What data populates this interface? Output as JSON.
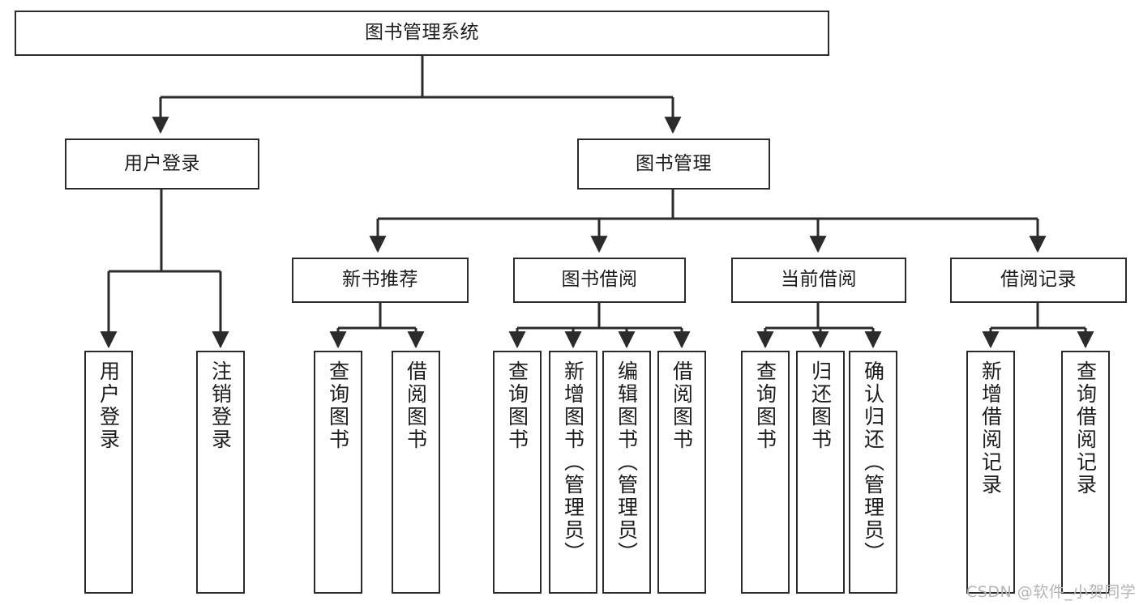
{
  "diagram": {
    "type": "tree-hierarchy",
    "root": {
      "id": "root",
      "label": "图书管理系统"
    },
    "level2": [
      {
        "id": "user-login",
        "label": "用户登录"
      },
      {
        "id": "book-manage",
        "label": "图书管理"
      }
    ],
    "level3": [
      {
        "id": "new-book-rec",
        "label": "新书推荐",
        "parent": "book-manage"
      },
      {
        "id": "book-borrow",
        "label": "图书借阅",
        "parent": "book-manage"
      },
      {
        "id": "current-borrow",
        "label": "当前借阅",
        "parent": "book-manage"
      },
      {
        "id": "borrow-record",
        "label": "借阅记录",
        "parent": "book-manage"
      }
    ],
    "leaves": [
      {
        "id": "leaf-user-login",
        "label": "用户登录",
        "parent": "user-login"
      },
      {
        "id": "leaf-logout",
        "label": "注销登录",
        "parent": "user-login"
      },
      {
        "id": "leaf-query-book-1",
        "label": "查询图书",
        "parent": "new-book-rec"
      },
      {
        "id": "leaf-borrow-book-1",
        "label": "借阅图书",
        "parent": "new-book-rec"
      },
      {
        "id": "leaf-query-book-2",
        "label": "查询图书",
        "parent": "book-borrow"
      },
      {
        "id": "leaf-add-book",
        "label": "新增图书（管理员）",
        "parent": "book-borrow"
      },
      {
        "id": "leaf-edit-book",
        "label": "编辑图书（管理员）",
        "parent": "book-borrow"
      },
      {
        "id": "leaf-borrow-book-2",
        "label": "借阅图书",
        "parent": "book-borrow"
      },
      {
        "id": "leaf-query-book-3",
        "label": "查询图书",
        "parent": "current-borrow"
      },
      {
        "id": "leaf-return-book",
        "label": "归还图书",
        "parent": "current-borrow"
      },
      {
        "id": "leaf-confirm-return",
        "label": "确认归还（管理员）",
        "parent": "current-borrow"
      },
      {
        "id": "leaf-add-record",
        "label": "新增借阅记录",
        "parent": "borrow-record"
      },
      {
        "id": "leaf-query-record",
        "label": "查询借阅记录",
        "parent": "borrow-record"
      }
    ]
  },
  "watermark": {
    "text": "CSDN @软件_小贺同学"
  },
  "colors": {
    "stroke": "#2b2b2b",
    "text": "#1c1c1c",
    "background": "#ffffff",
    "watermark": "#b4b4b4"
  }
}
